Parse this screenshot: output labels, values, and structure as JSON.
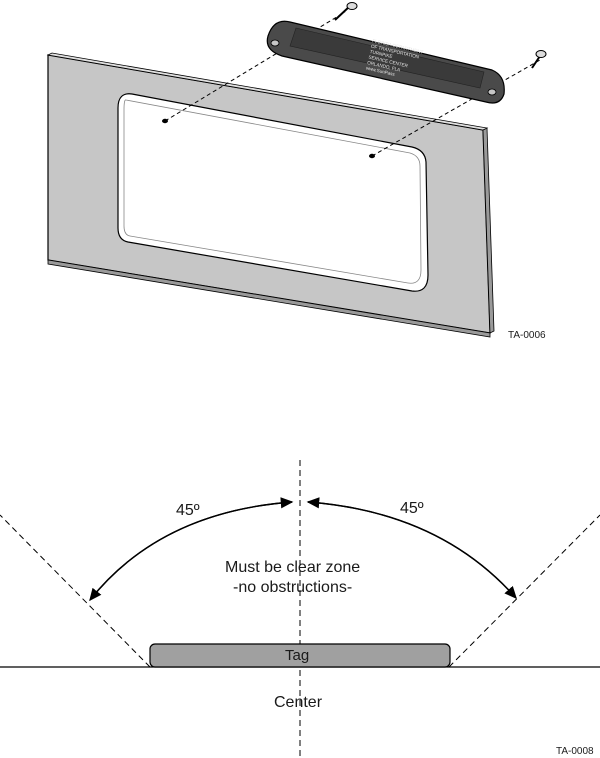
{
  "mounting_figure": {
    "reference": "TA-0006",
    "tag_engraving": [
      "FLORIDA DEPARTMENT",
      "OF TRANSPORTATION",
      "TURNPIKE",
      "SERVICE CENTER",
      "ORLANDO, FLA",
      "www.SunPass"
    ]
  },
  "clearance_figure": {
    "reference": "TA-0008",
    "angle_left": "45º",
    "angle_right": "45º",
    "zone_line1": "Must be clear zone",
    "zone_line2": "-no obstructions-",
    "tag_label": "Tag",
    "center_label": "Center"
  },
  "colors": {
    "plate": "#c6c6c6",
    "tag_body": "#4a4a4a",
    "tag_bar": "#a0a0a0",
    "line": "#000000"
  }
}
